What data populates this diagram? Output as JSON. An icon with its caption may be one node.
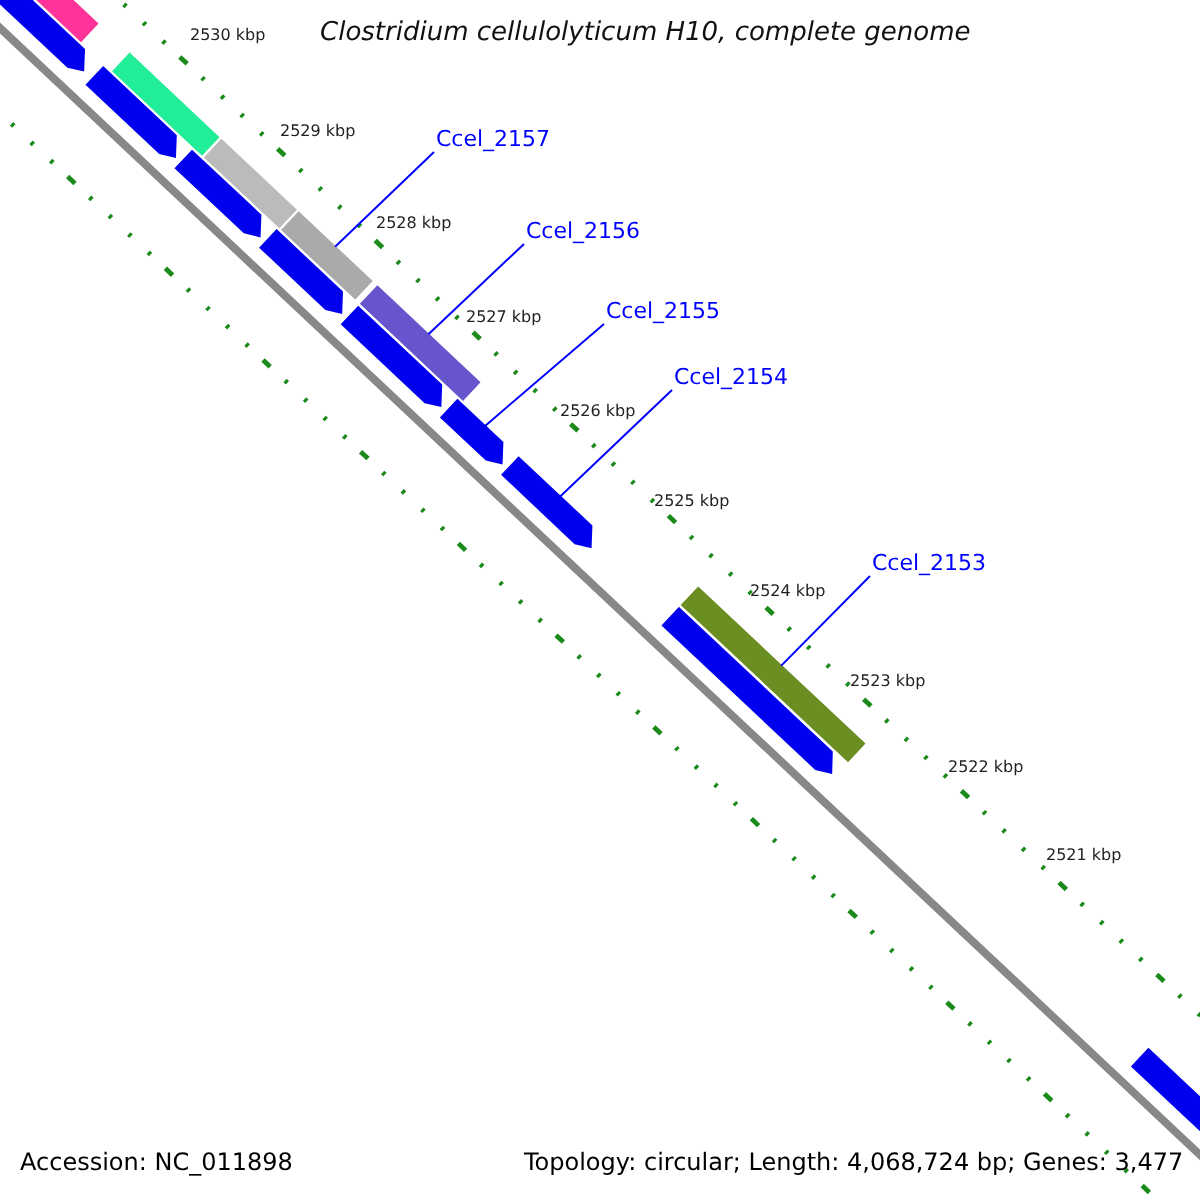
{
  "diagram": {
    "title": "Clostridium cellulolyticum H10, complete genome",
    "nodes": [
      {
        "text": [
          "Ccel_2157"
        ]
      },
      {
        "text": [],
        "shape": "bar"
      },
      {
        "text": [
          "Ccel_2156"
        ]
      },
      {
        "text": [],
        "shape": "bar"
      },
      {
        "text": [
          "Ccel_2155"
        ]
      },
      {
        "text": [],
        "shape": "bar"
      },
      {
        "text": [
          "Ccel_2154"
        ]
      },
      {
        "text": [],
        "shape": "bar"
      },
      {
        "text": [
          "Ccel_2153"
        ]
      },
      {
        "text": [],
        "shape": "bar"
      },
      {
        "text": [],
        "shape": "bar"
      },
      {
        "text": [],
        "shape": "bar"
      },
      {
        "text": [],
        "shape": "bar"
      },
      {
        "text": [],
        "shape": "bar"
      },
      {
        "text": [],
        "shape": "bar"
      },
      {
        "text": [],
        "shape": "bar"
      },
      {
        "text": [],
        "shape": "bar"
      },
      {
        "text": [],
        "shape": "bar"
      },
      {
        "text": [],
        "shape": "bar"
      },
      {
        "text": [],
        "shape": "bar"
      }
    ],
    "edges": [
      {
        "from": 0,
        "to": 1,
        "arrow": "none"
      },
      {
        "from": 2,
        "to": 3,
        "arrow": "none"
      },
      {
        "from": 4,
        "to": 5,
        "arrow": "none"
      },
      {
        "from": 6,
        "to": 7,
        "arrow": "none"
      },
      {
        "from": 8,
        "to": 9,
        "arrow": "none"
      }
    ],
    "labels": [
      "2530 kbp",
      "2529 kbp",
      "2528 kbp",
      "2527 kbp",
      "2526 kbp",
      "2525 kbp",
      "2524 kbp",
      "2523 kbp",
      "2522 kbp",
      "2521 kbp",
      "Accession: NC_011898",
      "Topology: circular; Length: 4,068,724 bp; Genes: 3,477"
    ]
  }
}
